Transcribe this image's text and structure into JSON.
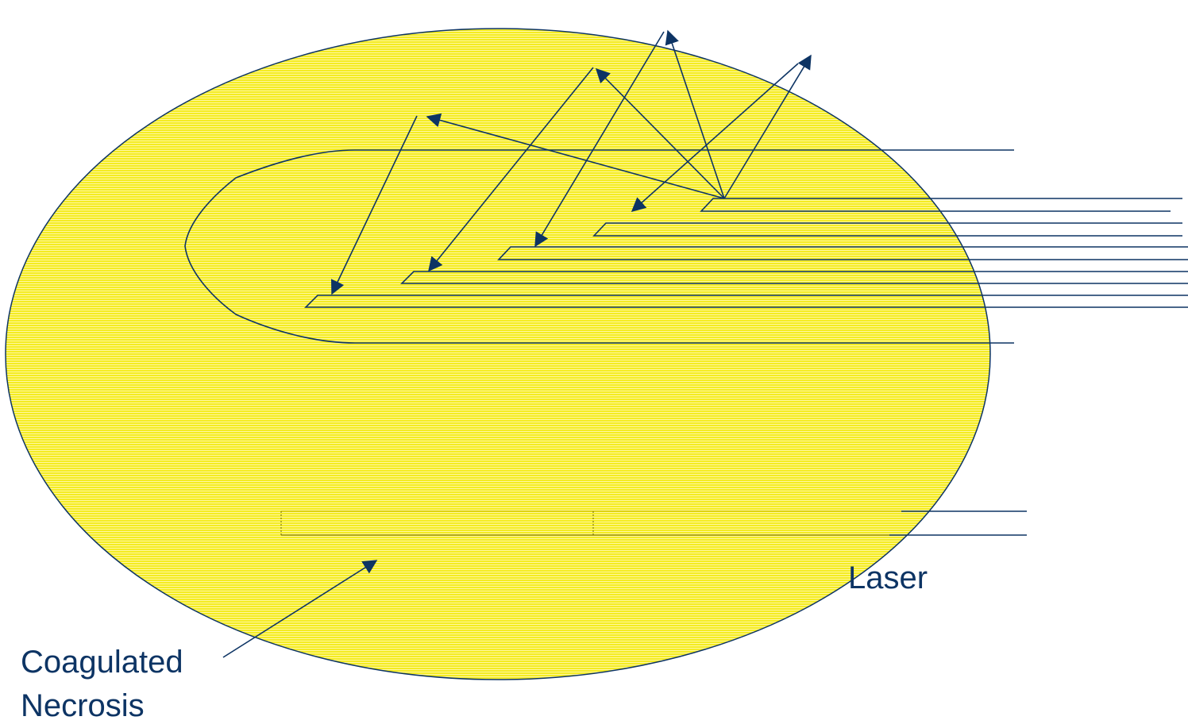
{
  "colors": {
    "stroke": "#0d3464",
    "zone_fill": "#f4ec22",
    "zone_hatch": "#fff7a0",
    "text": "#0d3464"
  },
  "labels": {
    "laser": "Laser",
    "necrosis_line1": "Coagulated",
    "necrosis_line2": "Necrosis"
  }
}
